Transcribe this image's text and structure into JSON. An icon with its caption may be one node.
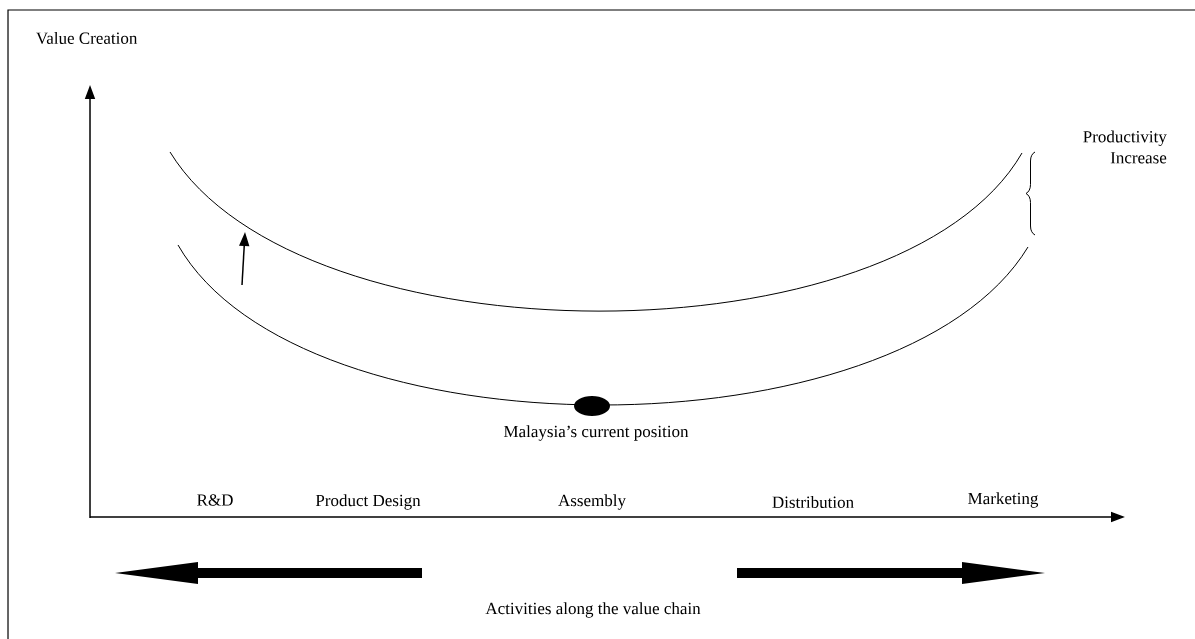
{
  "diagram": {
    "labels": [
      "Value Creation",
      "Productivity Increase",
      "Malaysia’s current position",
      "R&D",
      "Product Design",
      "Assembly",
      "Distribution",
      "Marketing",
      "Activities along the value chain"
    ]
  }
}
